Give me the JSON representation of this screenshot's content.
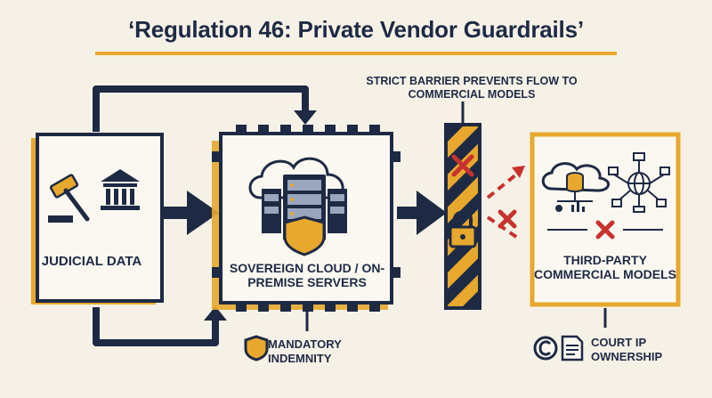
{
  "title": "‘Regulation 46: Private Vendor Guardrails’",
  "nodes": {
    "judicial_data": "JUDICIAL DATA",
    "sovereign": "SOVEREIGN CLOUD / ON-PREMISE SERVERS",
    "barrier_note": "STRICT BARRIER PREVENTS FLOW TO COMMERCIAL MODELS",
    "third_party": "THIRD-PARTY COMMERCIAL MODELS"
  },
  "footnotes": {
    "indemnity": "MANDATORY INDEMNITY",
    "court_ip": "COURT IP OWNERSHIP"
  },
  "colors": {
    "navy": "#1e2a44",
    "gold": "#e7a82d",
    "red": "#c8322f",
    "background": "#f6f1e7"
  },
  "icons": [
    "gavel-icon",
    "courthouse-icon",
    "cloud-icon",
    "server-icon",
    "shield-icon",
    "lock-icon",
    "database-icon",
    "network-icon",
    "copyright-icon",
    "document-icon",
    "x-mark-icon"
  ]
}
